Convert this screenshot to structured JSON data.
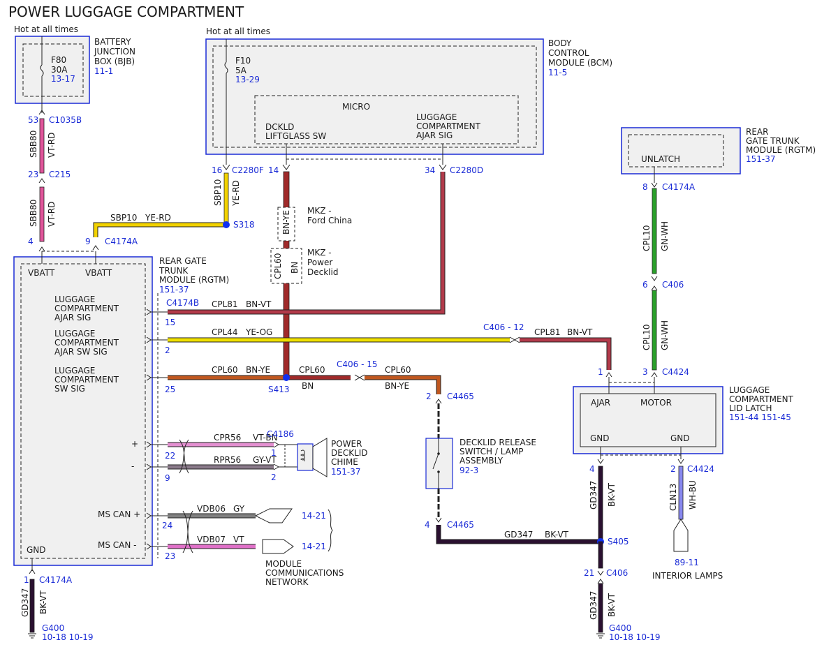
{
  "title": "POWER LUGGAGE COMPARTMENT",
  "colors": {
    "module_border": "#1a2bd6",
    "module_fill": "#f0f0f0",
    "ref_text": "#1a2bd6",
    "wire_vt_rd": "#e0559a",
    "wire_ye_rd": "#f2d200",
    "wire_bn": "#a02a2a",
    "wire_ye_og": "#f0e000",
    "wire_bn_ye": "#c0571f",
    "wire_gn_wh": "#2aa02a",
    "wire_bk_vt": "#2a1030",
    "wire_vt_bn": "#e38fd0",
    "wire_gy_vt": "#8a7a8a",
    "wire_gy": "#808080",
    "wire_vt": "#e070c8",
    "wire_wh_bu": "#8888ee",
    "splice": "#1030f0"
  },
  "hot_labels": [
    "Hot at all times",
    "Hot at all times"
  ],
  "bjb": {
    "name_lines": [
      "BATTERY",
      "JUNCTION",
      "BOX (BJB)"
    ],
    "ref": "11-1",
    "fuse": "F80",
    "fuse_rating": "30A",
    "fuse_ref": "13-17"
  },
  "bcm": {
    "name_lines": [
      "BODY",
      "CONTROL",
      "MODULE (BCM)"
    ],
    "ref": "11-5",
    "fuse": "F10",
    "fuse_rating": "5A",
    "fuse_ref": "13-29",
    "micro": "MICRO",
    "pin_a_lines": [
      "DCKLD",
      "LIFTGLASS SW"
    ],
    "pin_b_lines": [
      "LUGGAGE",
      "COMPARTMENT",
      "AJAR SIG"
    ]
  },
  "rgtm_top": {
    "name_lines": [
      "REAR",
      "GATE TRUNK",
      "MODULE (RGTM)"
    ],
    "ref": "151-37",
    "pin": "UNLATCH"
  },
  "rgtm_main": {
    "name_lines": [
      "REAR GATE",
      "TRUNK",
      "MODULE (RGTM)"
    ],
    "ref": "151-37",
    "vbatt1": "VBATT",
    "vbatt2": "VBATT",
    "sig1_lines": [
      "LUGGAGE",
      "COMPARTMENT",
      "AJAR SIG"
    ],
    "sig2_lines": [
      "LUGGAGE",
      "COMPARTMENT",
      "AJAR SW SIG"
    ],
    "sig3_lines": [
      "LUGGAGE",
      "COMPARTMENT",
      "SW SIG"
    ],
    "plus": "+",
    "minus": "-",
    "mscan_plus": "MS CAN +",
    "mscan_minus": "MS CAN -",
    "gnd": "GND"
  },
  "latch": {
    "name_lines": [
      "LUGGAGE",
      "COMPARTMENT",
      "LID LATCH"
    ],
    "ref": "151-44  151-45",
    "ajar": "AJAR",
    "motor": "MOTOR",
    "gnd1": "GND",
    "gnd2": "GND"
  },
  "switch": {
    "name_lines": [
      "DECKLID RELEASE",
      "SWITCH / LAMP",
      "ASSEMBLY"
    ],
    "ref": "92-3"
  },
  "chime": {
    "name_lines": [
      "POWER",
      "DECKLID",
      "CHIME"
    ],
    "ref": "151-37"
  },
  "network": {
    "name_lines": [
      "MODULE",
      "COMMUNICATIONS",
      "NETWORK"
    ],
    "ref1": "14-21",
    "ref2": "14-21"
  },
  "interior": {
    "label": "INTERIOR LAMPS",
    "ref": "89-11"
  },
  "options": {
    "opt1_lines": [
      "MKZ -",
      "Ford China"
    ],
    "opt2_lines": [
      "MKZ -",
      "Power",
      "Decklid"
    ],
    "opt1_color": "BN-YE",
    "opt2_circuit": "CPL60",
    "opt2_color": "BN"
  },
  "ground_refs": {
    "g_left": "G400",
    "g_left_ref": "10-18  10-19",
    "g_right": "G400",
    "g_right_ref": "10-18  10-19"
  },
  "pins": {
    "p53": "53",
    "c1035b": "C1035B",
    "p23": "23",
    "c215": "C215",
    "p4": "4",
    "p9": "9",
    "c4174a_top": "C4174A",
    "p16": "16",
    "c2280f": "C2280F",
    "p14": "14",
    "p34": "34",
    "c2280d": "C2280D",
    "s318": "S318",
    "c4174b": "C4174B",
    "p15": "15",
    "p2a": "2",
    "p25": "25",
    "s413": "S413",
    "c406_12": "C406  - 12",
    "c406_15": "C406  - 15",
    "p1_latch": "1",
    "p3_latch": "3",
    "c4424_top": "C4424",
    "p8": "8",
    "c4174a_r": "C4174A",
    "p6": "6",
    "c406_r": "C406",
    "p2_sw": "2",
    "c4465_top": "C4465",
    "p4_sw": "4",
    "c4465_bot": "C4465",
    "c4186": "C4186",
    "p22": "22",
    "p1_ch": "1",
    "p9_ch": "9",
    "p2_ch": "2",
    "p24": "24",
    "p23_can": "23",
    "p4_latch": "4",
    "p2_latch": "2",
    "c4424_b": "C4424",
    "s405": "S405",
    "p21": "21",
    "c406_b": "C406",
    "p1_g": "1",
    "c4174a_g": "C4174A"
  },
  "wires": {
    "sbb80": "SBB80",
    "vt_rd": "VT-RD",
    "sbp10": "SBP10",
    "ye_rd": "YE-RD",
    "cpl81": "CPL81",
    "bn_vt": "BN-VT",
    "cpl44": "CPL44",
    "ye_og": "YE-OG",
    "cpl60": "CPL60",
    "bn_ye": "BN-YE",
    "bn": "BN",
    "cpl10": "CPL10",
    "gn_wh": "GN-WH",
    "cpr56": "CPR56",
    "vt_bn": "VT-BN",
    "rpr56": "RPR56",
    "gy_vt": "GY-VT",
    "vdb06": "VDB06",
    "gy": "GY",
    "vdb07": "VDB07",
    "vt": "VT",
    "gd347": "GD347",
    "bk_vt": "BK-VT",
    "cln13": "CLN13",
    "wh_bu": "WH-BU"
  }
}
